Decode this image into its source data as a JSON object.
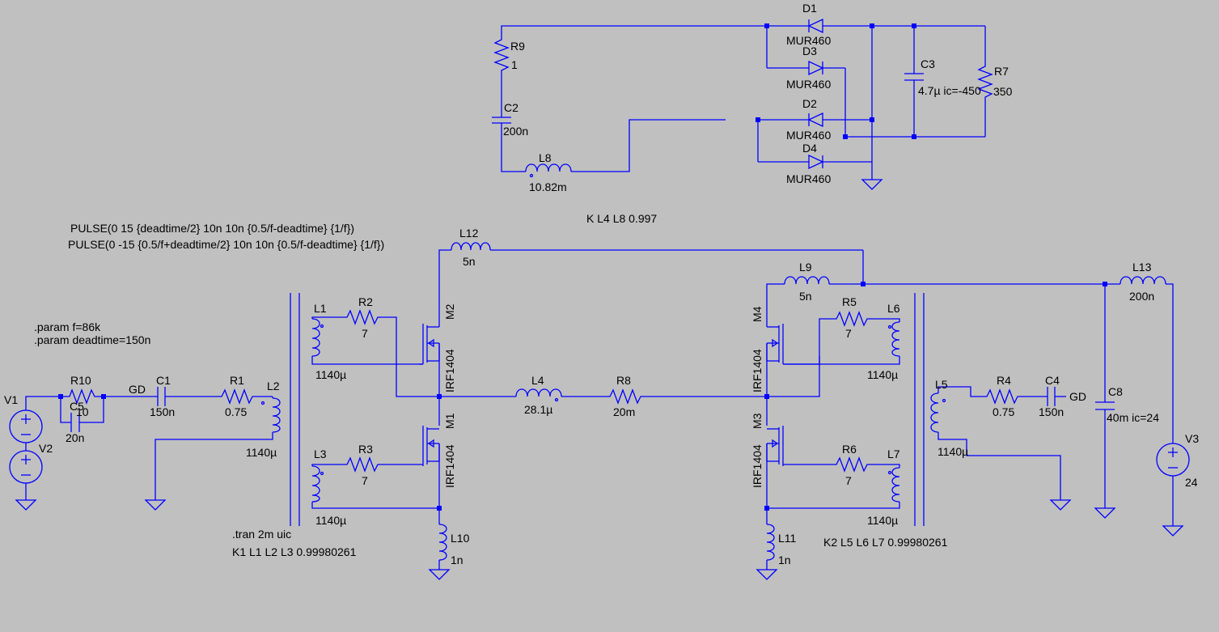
{
  "labels": {
    "D1": "D1",
    "D1v": "MUR460",
    "D2": "D2",
    "D2v": "MUR460",
    "D3": "D3",
    "D3v": "MUR460",
    "D4": "D4",
    "D4v": "MUR460",
    "R9": "R9",
    "R9v": "1",
    "C2": "C2",
    "C2v": "200n",
    "L8": "L8",
    "L8v": "10.82m",
    "C3": "C3",
    "C3v": "4.7µ ic=-450",
    "R7": "R7",
    "R7v": "350",
    "L12": "L12",
    "L12v": "5n",
    "L9": "L9",
    "L9v": "5n",
    "L13": "L13",
    "L13v": "200n",
    "L1": "L1",
    "L1v": "1140µ",
    "R2": "R2",
    "R2v": "7",
    "M2": "M2",
    "M2v": "IRF1404",
    "M1": "M1",
    "M1v": "IRF1404",
    "L3": "L3",
    "L3v": "1140µ",
    "R3": "R3",
    "R3v": "7",
    "L10": "L10",
    "L10v": "1n",
    "L4": "L4",
    "L4v": "28.1µ",
    "R8": "R8",
    "R8v": "20m",
    "M4": "M4",
    "M4v": "IRF1404",
    "M3": "M3",
    "M3v": "IRF1404",
    "R5": "R5",
    "R5v": "7",
    "L6": "L6",
    "L6v": "1140µ",
    "R6": "R6",
    "R6v": "7",
    "L7": "L7",
    "L7v": "1140µ",
    "L11": "L11",
    "L11v": "1n",
    "V1": "V1",
    "V2": "V2",
    "R10": "R10",
    "R10v": "10",
    "C5": "C5",
    "C5v": "20n",
    "GD1": "GD",
    "C1": "C1",
    "C1v": "150n",
    "R1": "R1",
    "R1v": "0.75",
    "L2": "L2",
    "L2v": "1140µ",
    "L5": "L5",
    "L5v": "1140µ",
    "R4": "R4",
    "R4v": "0.75",
    "C4": "C4",
    "C4v": "150n",
    "GD2": "GD",
    "C8": "C8",
    "C8v": "40m ic=24",
    "V3": "V3",
    "V3v": "24"
  },
  "directives": {
    "pulse1": "PULSE(0 15 {deadtime/2} 10n 10n {0.5/f-deadtime} {1/f})",
    "pulse2": "PULSE(0 -15 {0.5/f+deadtime/2} 10n 10n {0.5/f-deadtime} {1/f})",
    "param_f": ".param f=86k",
    "param_deadtime": ".param deadtime=150n",
    "tran": ".tran 2m uic",
    "k1": "K1 L1 L2 L3 0.99980261",
    "k2": "K2 L5 L6 L7 0.99980261",
    "k3": "K L4 L8 0.997"
  }
}
